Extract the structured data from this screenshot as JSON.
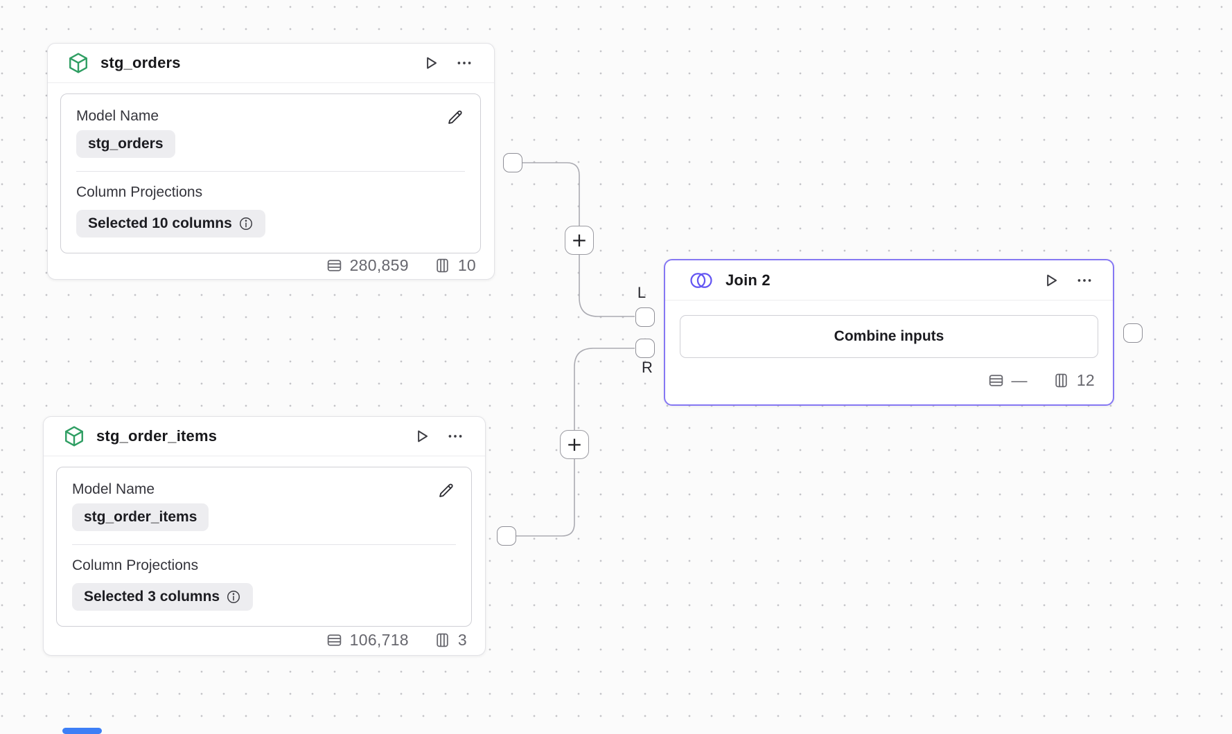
{
  "canvas": {
    "background": "#fbfbfb",
    "dot_color": "#c4c4c8",
    "edge_color": "#ababb2",
    "accent_green": "#2f9e63",
    "accent_indigo": "#6355f2",
    "selected_border": "#8577f3"
  },
  "nodes": {
    "stg_orders": {
      "title": "stg_orders",
      "model_name_label": "Model Name",
      "model_name_value": "stg_orders",
      "projections_label": "Column Projections",
      "projections_value": "Selected 10 columns",
      "row_count": "280,859",
      "column_count": "10"
    },
    "stg_order_items": {
      "title": "stg_order_items",
      "model_name_label": "Model Name",
      "model_name_value": "stg_order_items",
      "projections_label": "Column Projections",
      "projections_value": "Selected 3 columns",
      "row_count": "106,718",
      "column_count": "3"
    },
    "join": {
      "title": "Join 2",
      "combine_button_label": "Combine inputs",
      "row_count": "—",
      "column_count": "12"
    }
  },
  "ports": {
    "left_input_label": "L",
    "right_input_label": "R"
  },
  "edge_add_glyph": "+",
  "icons": {
    "model": "cube-icon",
    "join": "venn-circles-icon",
    "run": "play-icon",
    "menu": "ellipsis-icon",
    "edit": "pencil-icon",
    "info": "info-circle-icon",
    "rows": "table-rows-icon",
    "columns": "table-columns-icon"
  }
}
